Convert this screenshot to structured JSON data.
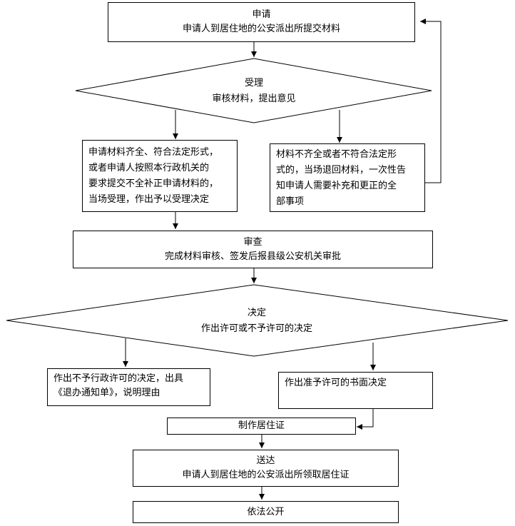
{
  "flow": {
    "apply": {
      "title": "申请",
      "desc": "申请人到居住地的公安派出所提交材料"
    },
    "accept": {
      "title": "受理",
      "desc": "审核材料，提出意见"
    },
    "accept_ok": {
      "lines": [
        "申请材料齐全、符合法定形式，",
        "或者申请人按照本行政机关的",
        "要求提交不全补正申请材料的，",
        "当场受理，作出予以受理决定"
      ]
    },
    "accept_reject": {
      "lines": [
        "材料不齐全或者不符合法定形",
        "式的，当场退回材料，一次性告",
        "知申请人需要补充和更正的全",
        "部事项"
      ]
    },
    "review": {
      "title": "审查",
      "desc": "完成材料审核、签发后报县级公安机关审批"
    },
    "decide": {
      "title": "决定",
      "desc": "作出许可或不予许可的决定"
    },
    "deny": {
      "lines": [
        "作出不予行政许可的决定，出具",
        "《退办通知单》，说明理由"
      ]
    },
    "grant": {
      "text": "作出准予许可的书面决定"
    },
    "make": {
      "text": "制作居住证"
    },
    "deliver": {
      "title": "送达",
      "desc": "申请人到居住地的公安派出所领取居住证"
    },
    "publish": {
      "text": "依法公开"
    }
  }
}
